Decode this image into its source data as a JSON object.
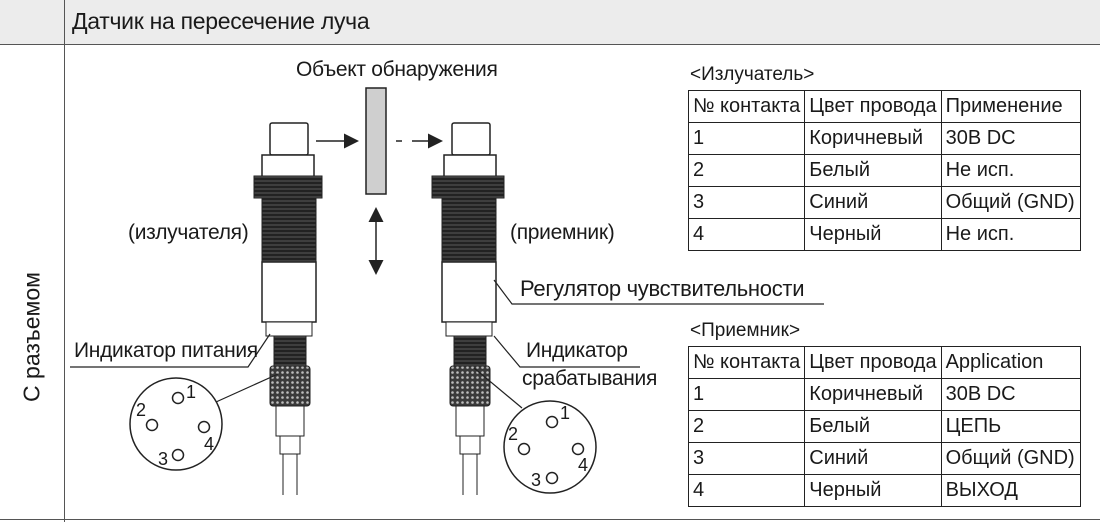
{
  "header": {
    "title": "Датчик на пересечение луча"
  },
  "side": {
    "label": "С разъемом"
  },
  "diagram": {
    "object_label": "Объект обнаружения",
    "emitter_label": "(излучателя)",
    "receiver_label": "(приемник)",
    "sensitivity_label": "Регулятор чувствительности",
    "power_indicator_label": "Индикатор питания",
    "trigger_indicator_line1": "Индикатор",
    "trigger_indicator_line2": "срабатывания",
    "pins_left": [
      "1",
      "2",
      "3",
      "4"
    ],
    "pins_right": [
      "1",
      "2",
      "3",
      "4"
    ]
  },
  "emitter_table": {
    "caption": "<Излучатель>",
    "headers": [
      "№ контакта",
      "Цвет провода",
      "Применение"
    ],
    "rows": [
      [
        "1",
        "Коричневый",
        "30В DC"
      ],
      [
        "2",
        "Белый",
        "Не исп."
      ],
      [
        "3",
        "Синий",
        "Общий (GND)"
      ],
      [
        "4",
        "Черный",
        "Не исп."
      ]
    ]
  },
  "receiver_table": {
    "caption": "<Приемник>",
    "headers": [
      "№ контакта",
      "Цвет провода",
      "Application"
    ],
    "rows": [
      [
        "1",
        "Коричневый",
        "30В DC"
      ],
      [
        "2",
        "Белый",
        "ЦЕПЬ"
      ],
      [
        "3",
        "Синий",
        "Общий (GND)"
      ],
      [
        "4",
        "Черный",
        "ВЫХОД"
      ]
    ]
  }
}
